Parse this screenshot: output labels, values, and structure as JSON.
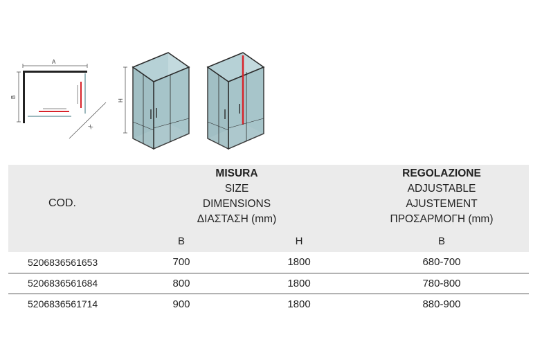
{
  "diagram": {
    "plan_labels": {
      "width": "A",
      "depth": "B",
      "diagonal": "X"
    },
    "height_label": "H"
  },
  "table": {
    "cod_header": "COD.",
    "size_group": [
      "MISURA",
      "SIZE",
      "DIMENSIONS",
      "ΔΙΑΣΤΑΣΗ (mm)"
    ],
    "adjust_group": [
      "REGOLAZIONE",
      "ADJUSTABLE",
      "AJUSTEMENT",
      "ΠΡΟΣΑΡΜΟΓΗ (mm)"
    ],
    "sub_headers": {
      "b": "B",
      "h": "H",
      "adj_b": "B"
    },
    "rows": [
      {
        "code": "5206836561653",
        "b": "700",
        "h": "1800",
        "adj": "680-700"
      },
      {
        "code": "5206836561684",
        "b": "800",
        "h": "1800",
        "adj": "780-800"
      },
      {
        "code": "5206836561714",
        "b": "900",
        "h": "1800",
        "adj": "880-900"
      }
    ]
  },
  "colors": {
    "header_bg": "#ebebeb",
    "glass": "#a9c9cf",
    "profile": "#2b2b2b",
    "handle_red": "#d8232a"
  }
}
